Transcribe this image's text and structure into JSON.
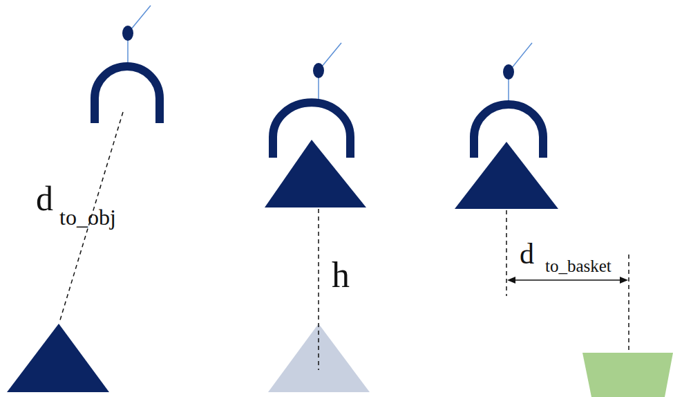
{
  "diagram": {
    "labels": [
      "d",
      "to_obj",
      "h",
      "d",
      "to_basket"
    ]
  }
}
